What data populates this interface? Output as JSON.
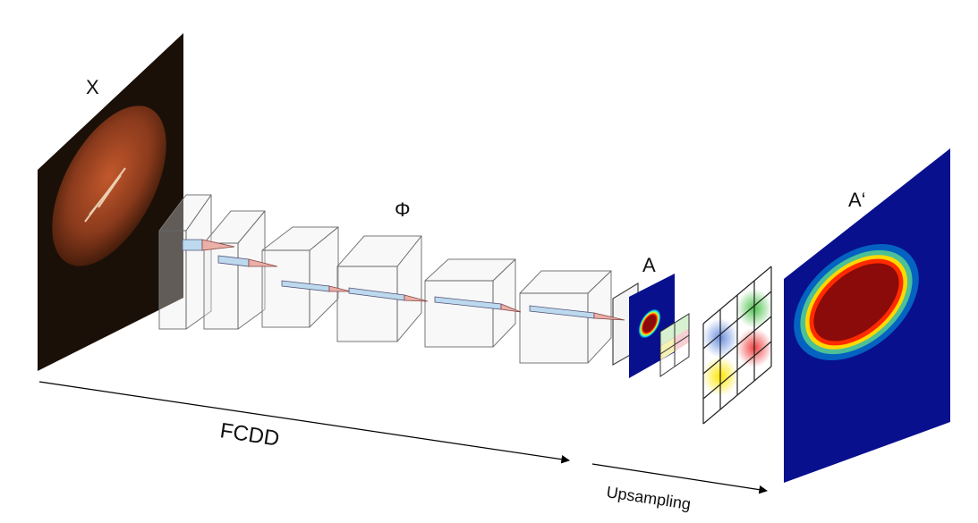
{
  "labels": {
    "input": "X",
    "network": "Φ",
    "heatmap": "A",
    "upsampled": "A‘",
    "fcdd": "FCDD",
    "upsampling": "Upsampling"
  },
  "colors": {
    "heatmap_bg": "#08108e",
    "anomaly_core": "#8b0a0a",
    "input_bg": "#1a1008",
    "hazelnut": "#8a3a1c"
  }
}
